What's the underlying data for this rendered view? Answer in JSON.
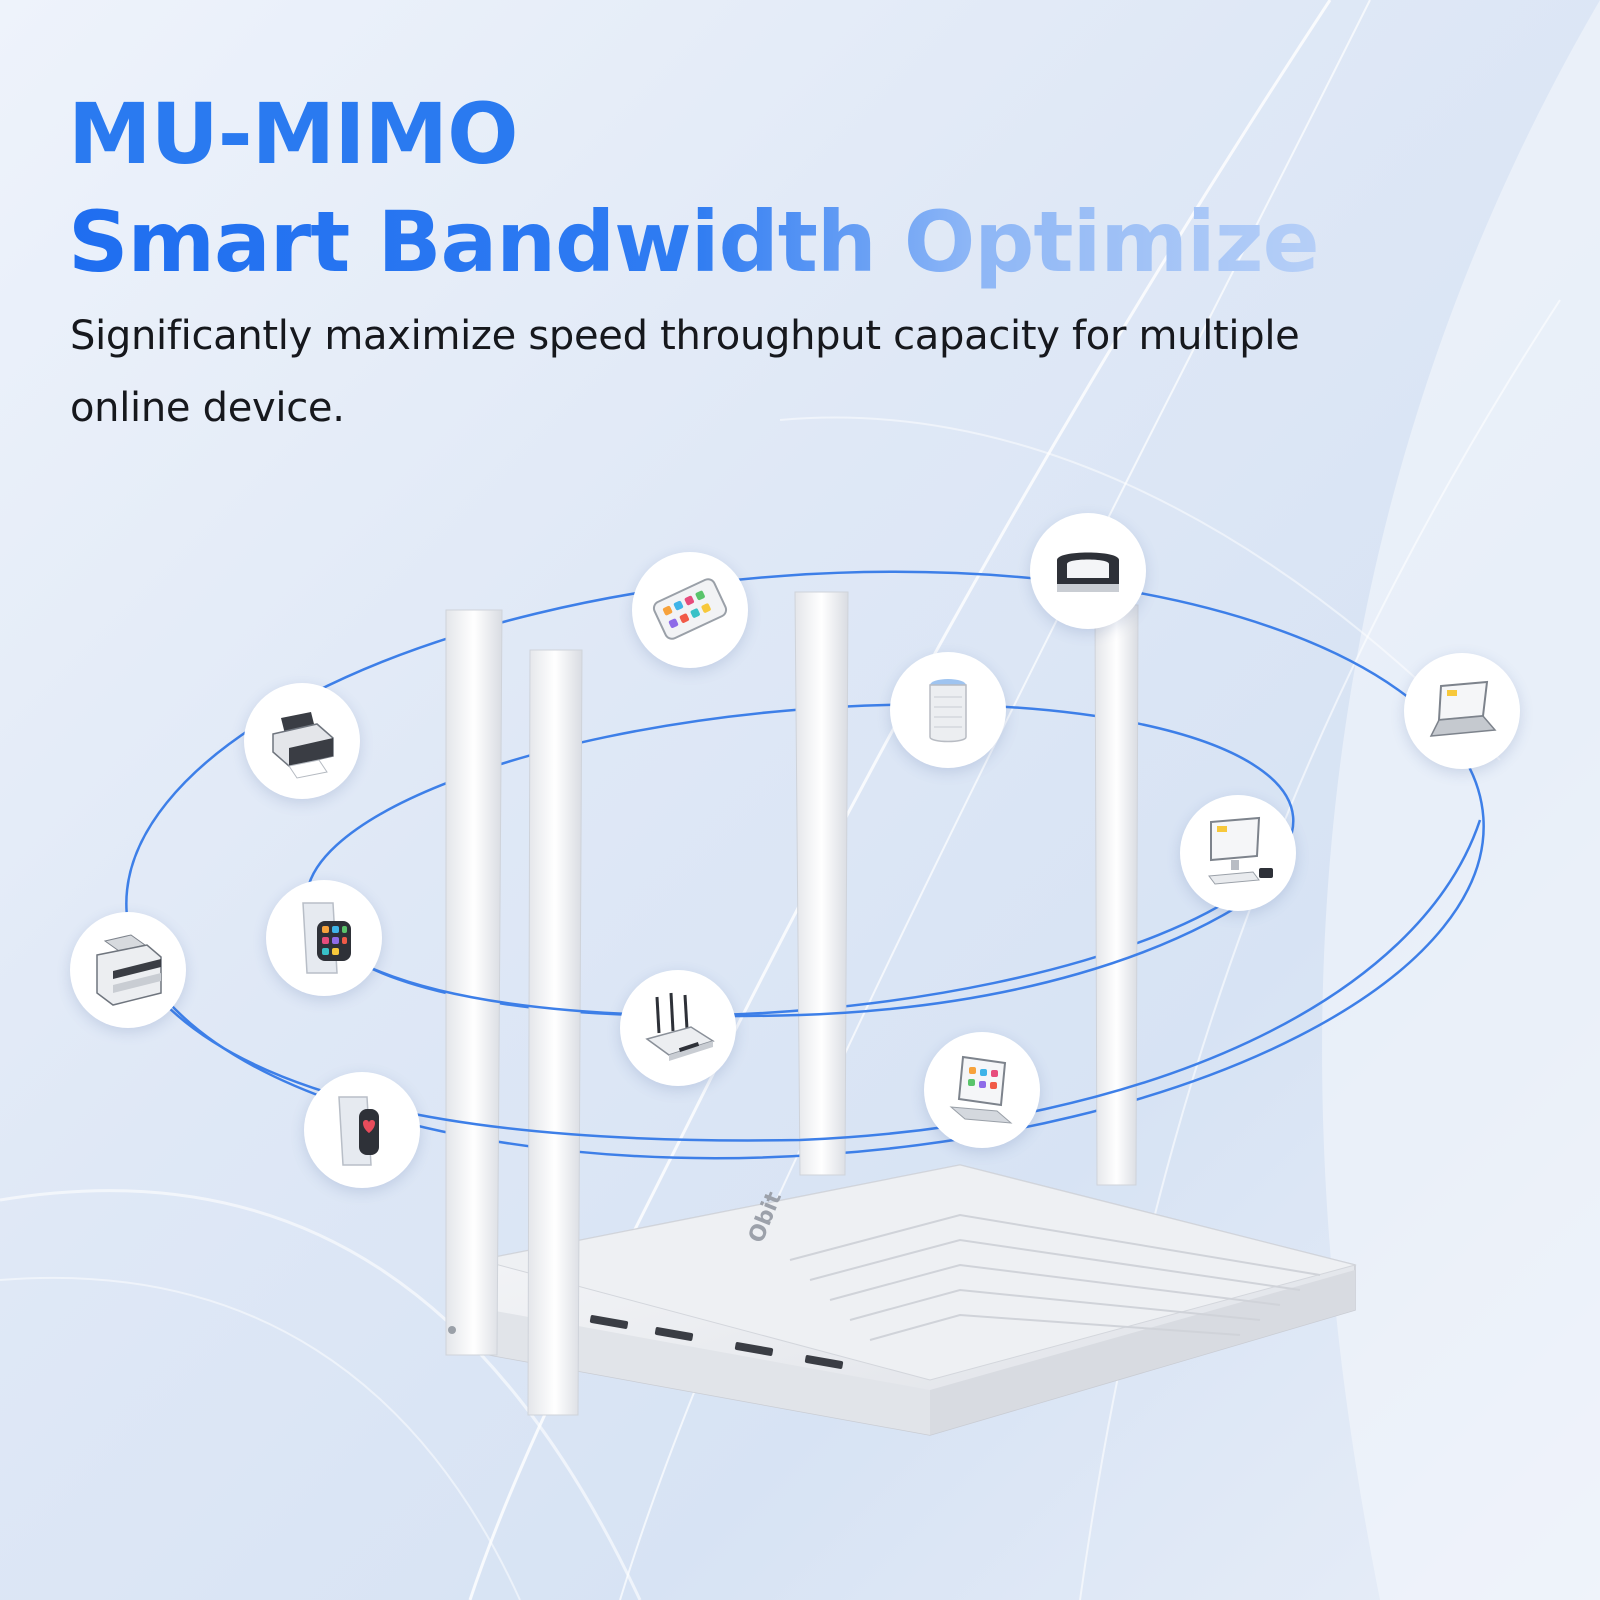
{
  "headline": {
    "line1": "MU-MIMO",
    "line2": "Smart Bandwidth Optimize"
  },
  "subtitle": "Significantly maximize speed throughput capacity for multiple online device.",
  "router": {
    "brand_logo": "Obit"
  },
  "colors": {
    "accent_blue": "#2a7af0",
    "orbit_blue": "#3d7fe8",
    "background": "#e3ebf7",
    "text_dark": "#16181d"
  },
  "devices": [
    {
      "id": "smartphone",
      "icon": "smartphone-icon"
    },
    {
      "id": "vr-headset",
      "icon": "vr-headset-icon"
    },
    {
      "id": "laptop",
      "icon": "laptop-icon"
    },
    {
      "id": "printer",
      "icon": "printer-icon"
    },
    {
      "id": "smart-speaker",
      "icon": "smart-speaker-icon"
    },
    {
      "id": "desktop-computer",
      "icon": "desktop-computer-icon"
    },
    {
      "id": "multifunction-printer",
      "icon": "multifunction-printer-icon"
    },
    {
      "id": "smartwatch",
      "icon": "smartwatch-icon"
    },
    {
      "id": "wifi-router",
      "icon": "wifi-router-icon"
    },
    {
      "id": "tablet",
      "icon": "tablet-icon"
    },
    {
      "id": "fitness-band",
      "icon": "fitness-band-icon"
    }
  ]
}
